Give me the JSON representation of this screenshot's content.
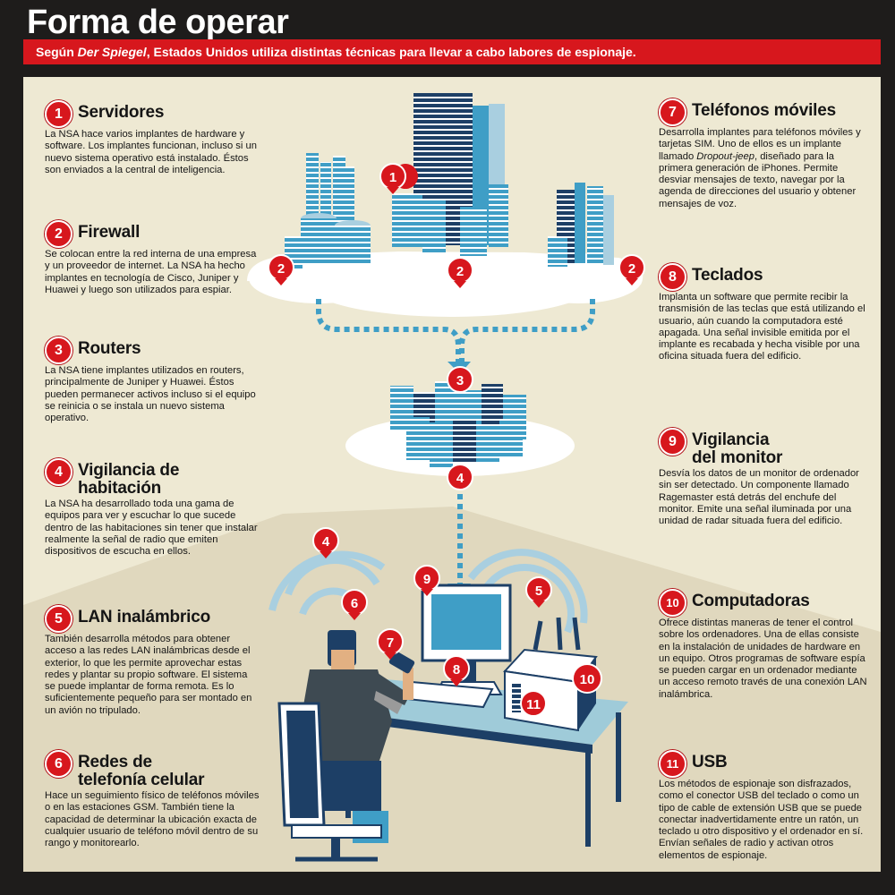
{
  "header": {
    "title": "Forma de operar",
    "subtitle_before": "Según ",
    "subtitle_source": "Der Spiegel",
    "subtitle_after": ", Estados Unidos utiliza distintas técnicas para llevar a cabo labores de espionaje."
  },
  "colors": {
    "background": "#1e1c1b",
    "panel": "#eee9d3",
    "accent_red": "#d7171d",
    "blue": "#3f9ec6",
    "dark_blue": "#1d3f66",
    "signal_blue": "#a9cfe0"
  },
  "items": [
    {
      "num": "1",
      "title": "Servidores",
      "text": "La NSA hace varios implantes de hardware y software. Los implantes funcionan, incluso si un nuevo sistema operativo está instalado. Éstos son enviados a la central de inteligencia."
    },
    {
      "num": "2",
      "title": "Firewall",
      "text": "Se colocan entre la red interna de una empresa y un proveedor de internet. La NSA ha hecho implantes en tecnología de Cisco, Juniper y Huawei y luego son utilizados para espiar."
    },
    {
      "num": "3",
      "title": "Routers",
      "text": "La NSA tiene implantes utilizados en routers, principalmente de Juniper y Huawei. Éstos pueden permanecer activos incluso si el equipo se reinicia o se instala un nuevo sistema operativo."
    },
    {
      "num": "4",
      "title_line1": "Vigilancia de",
      "title_line2": "habitación",
      "text": "La NSA ha desarrollado toda una gama de equipos para ver y escuchar lo que sucede dentro de las habitaciones sin tener que instalar realmente la señal de radio que emiten dispositivos de escucha en ellos."
    },
    {
      "num": "5",
      "title": "LAN inalámbrico",
      "text": "También desarrolla métodos para obtener acceso a las redes LAN inalámbricas desde el exterior, lo que les permite aprovechar estas redes y plantar su propio software. El sistema se puede implantar de forma remota. Es lo suficientemente pequeño para ser montado en un avión no tripulado."
    },
    {
      "num": "6",
      "title_line1": "Redes de",
      "title_line2": "telefonía celular",
      "text": "Hace un seguimiento físico de teléfonos móviles o en las estaciones GSM. También tiene la capacidad de determinar la ubicación exacta de cualquier usuario de teléfono móvil dentro de su rango y monitorearlo."
    },
    {
      "num": "7",
      "title": "Teléfonos móviles",
      "text_before": "Desarrolla implantes para teléfonos móviles y tarjetas SIM. Uno de ellos es un implante llamado ",
      "text_em": "Dropout-jeep",
      "text_after": ", diseñado para la primera generación de iPhones. Permite desviar mensajes de texto, navegar por la agenda de direcciones del usuario y obtener mensajes de voz."
    },
    {
      "num": "8",
      "title": "Teclados",
      "text": "Implanta un software que permite recibir la transmisión de las teclas que está utilizando el usuario, aún cuando la computadora esté apagada. Una señal invisible emitida por el implante es recabada y hecha visible por una oficina situada fuera del edificio."
    },
    {
      "num": "9",
      "title_line1": "Vigilancia",
      "title_line2": "del monitor",
      "text": "Desvía los datos de un monitor de ordenador sin ser detectado. Un componente llamado Ragemaster está detrás del enchufe del monitor. Emite una señal iluminada por una unidad de radar situada fuera del edificio."
    },
    {
      "num": "10",
      "title": "Computadoras",
      "text": "Ofrece distintas maneras de tener el control sobre los ordenadores. Una de ellas consiste en la instalación de unidades de hardware en un equipo. Otros programas de software espía se pueden cargar en un ordenador mediante un acceso remoto través de una conexión LAN inalámbrica."
    },
    {
      "num": "11",
      "title": "USB",
      "text": "Los métodos de espionaje son disfrazados, como el conector USB del teclado o como un tipo de cable de extensión USB que se puede conectar inadvertidamente entre un ratón, un teclado u otro dispositivo y el ordenador en sí. Envían señales de radio y activan otros elementos de espionaje."
    }
  ],
  "markers": [
    "1",
    "2",
    "2",
    "2",
    "3",
    "4",
    "4",
    "5",
    "6",
    "7",
    "8",
    "9",
    "10",
    "11"
  ]
}
